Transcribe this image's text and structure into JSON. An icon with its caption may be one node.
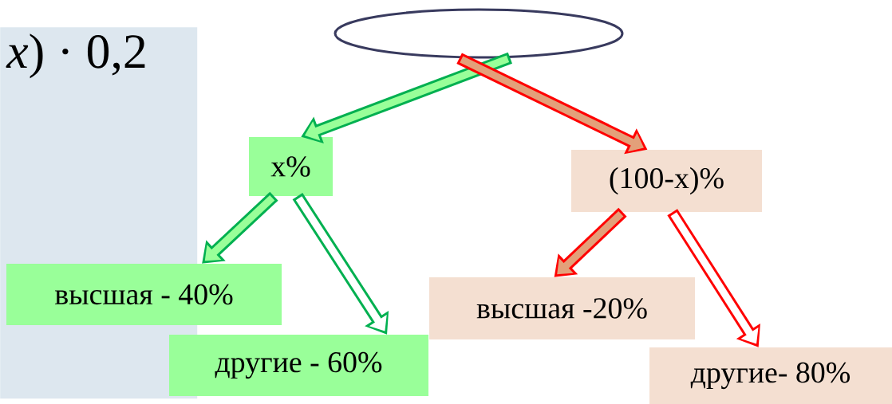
{
  "diagram": {
    "nodes": [
      {
        "text": [
          "*x*) · 0,2"
        ]
      },
      {
        "text": [],
        "shape": "ellipse"
      },
      {
        "text": [
          "x%"
        ]
      },
      {
        "text": [
          "(100-x)%"
        ]
      },
      {
        "text": [
          "высшая - 40%"
        ]
      },
      {
        "text": [
          "другие - 60%"
        ]
      },
      {
        "text": [
          "высшая -20%"
        ]
      },
      {
        "text": [
          "другие- 80%"
        ]
      }
    ],
    "edges": [
      {
        "from": 1,
        "to": 2,
        "arrow": "to",
        "color": "#00b050"
      },
      {
        "from": 1,
        "to": 3,
        "arrow": "to",
        "color": "#ff0000"
      },
      {
        "from": 2,
        "to": 4,
        "arrow": "to",
        "color": "#00b050"
      },
      {
        "from": 2,
        "to": 5,
        "arrow": "to",
        "color": "#00b050"
      },
      {
        "from": 3,
        "to": 6,
        "arrow": "to",
        "color": "#ff0000"
      },
      {
        "from": 3,
        "to": 7,
        "arrow": "to",
        "color": "#ff0000"
      }
    ]
  }
}
